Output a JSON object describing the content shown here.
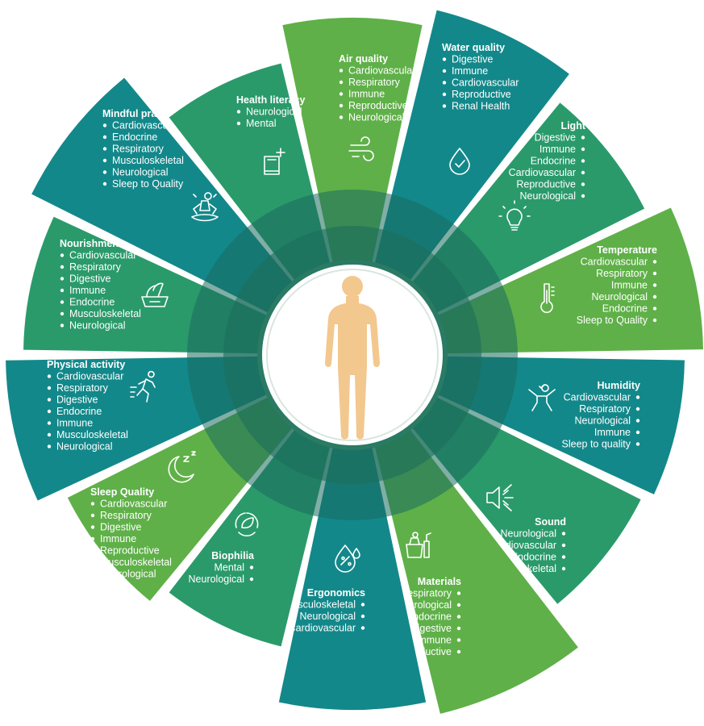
{
  "center": {
    "figure": "human-silhouette",
    "figure_color": "#f2c88e"
  },
  "colors": {
    "dark_teal": "#13888a",
    "medium_green": "#2a9a6b",
    "light_green": "#5fb048",
    "inner_ring": "#1a6b5e",
    "inner_ring_light": "#2e8a5a"
  },
  "segments": [
    {
      "id": "air-quality",
      "title": "Air quality",
      "items": [
        "Cardiovascular",
        "Respiratory",
        "Immune",
        "Reproductive",
        "Neurological"
      ],
      "icon": "wind-icon",
      "color": "#5fb048"
    },
    {
      "id": "water-quality",
      "title": "Water quality",
      "items": [
        "Digestive",
        "Immune",
        "Cardiovascular",
        "Reproductive",
        "Renal Health"
      ],
      "icon": "water-drop-icon",
      "color": "#13888a"
    },
    {
      "id": "light",
      "title": "Light",
      "items": [
        "Digestive",
        "Immune",
        "Endocrine",
        "Cardiovascular",
        "Reproductive",
        "Neurological"
      ],
      "icon": "lightbulb-icon",
      "color": "#2a9a6b"
    },
    {
      "id": "temperature",
      "title": "Temperature",
      "items": [
        "Cardiovascular",
        "Respiratory",
        "Immune",
        "Neurological",
        "Endocrine",
        "Sleep to Quality"
      ],
      "icon": "thermometer-icon",
      "color": "#5fb048"
    },
    {
      "id": "humidity",
      "title": "Humidity",
      "items": [
        "Cardiovascular",
        "Respiratory",
        "Neurological",
        "Immune",
        "Sleep to quality"
      ],
      "icon": "person-happy-icon",
      "color": "#13888a"
    },
    {
      "id": "sound",
      "title": "Sound",
      "items": [
        "Neurological",
        "Cardiovascular",
        "Endocrine",
        "Musculoskeletal"
      ],
      "icon": "speaker-icon",
      "color": "#2a9a6b"
    },
    {
      "id": "materials",
      "title": "Materials",
      "items": [
        "Respiratory",
        "Neurological",
        "Endocrine",
        "Digestive",
        "Immune",
        "Reproductive"
      ],
      "icon": "cleaning-supplies-icon",
      "color": "#5fb048"
    },
    {
      "id": "ergonomics",
      "title": "Ergonomics",
      "items": [
        "Musculoskeletal",
        "Neurological",
        "Cardiovascular"
      ],
      "icon": "drops-percent-icon",
      "color": "#13888a"
    },
    {
      "id": "biophilia",
      "title": "Biophilia",
      "items": [
        "Mental",
        "Neurological"
      ],
      "icon": "leaf-cycle-icon",
      "color": "#2a9a6b"
    },
    {
      "id": "sleep-quality",
      "title": "Sleep Quality",
      "items": [
        "Cardiovascular",
        "Respiratory",
        "Digestive",
        "Immune",
        "Reproductive",
        "Musculoskeletal",
        "Neurological"
      ],
      "icon": "moon-sleep-icon",
      "color": "#5fb048"
    },
    {
      "id": "physical-activity",
      "title": "Physical activity",
      "items": [
        "Cardiovascular",
        "Respiratory",
        "Digestive",
        "Endocrine",
        "Immune",
        "Musculoskeletal",
        "Neurological"
      ],
      "icon": "runner-icon",
      "color": "#13888a"
    },
    {
      "id": "nourishment",
      "title": "Nourishment",
      "items": [
        "Cardiovascular",
        "Respiratory",
        "Digestive",
        "Immune",
        "Endocrine",
        "Musculoskeletal",
        "Neurological"
      ],
      "icon": "food-basket-icon",
      "color": "#2a9a6b"
    },
    {
      "id": "mindful-practice",
      "title": "Mindful practice",
      "items": [
        "Cardiovascular",
        "Endocrine",
        "Respiratory",
        "Musculoskeletal",
        "Neurological",
        "Sleep to Quality"
      ],
      "icon": "meditation-icon",
      "color": "#13888a"
    },
    {
      "id": "health-literacy",
      "title": "Health literacy",
      "items": [
        "Neurological",
        "Mental"
      ],
      "icon": "book-plus-icon",
      "color": "#2a9a6b"
    }
  ]
}
